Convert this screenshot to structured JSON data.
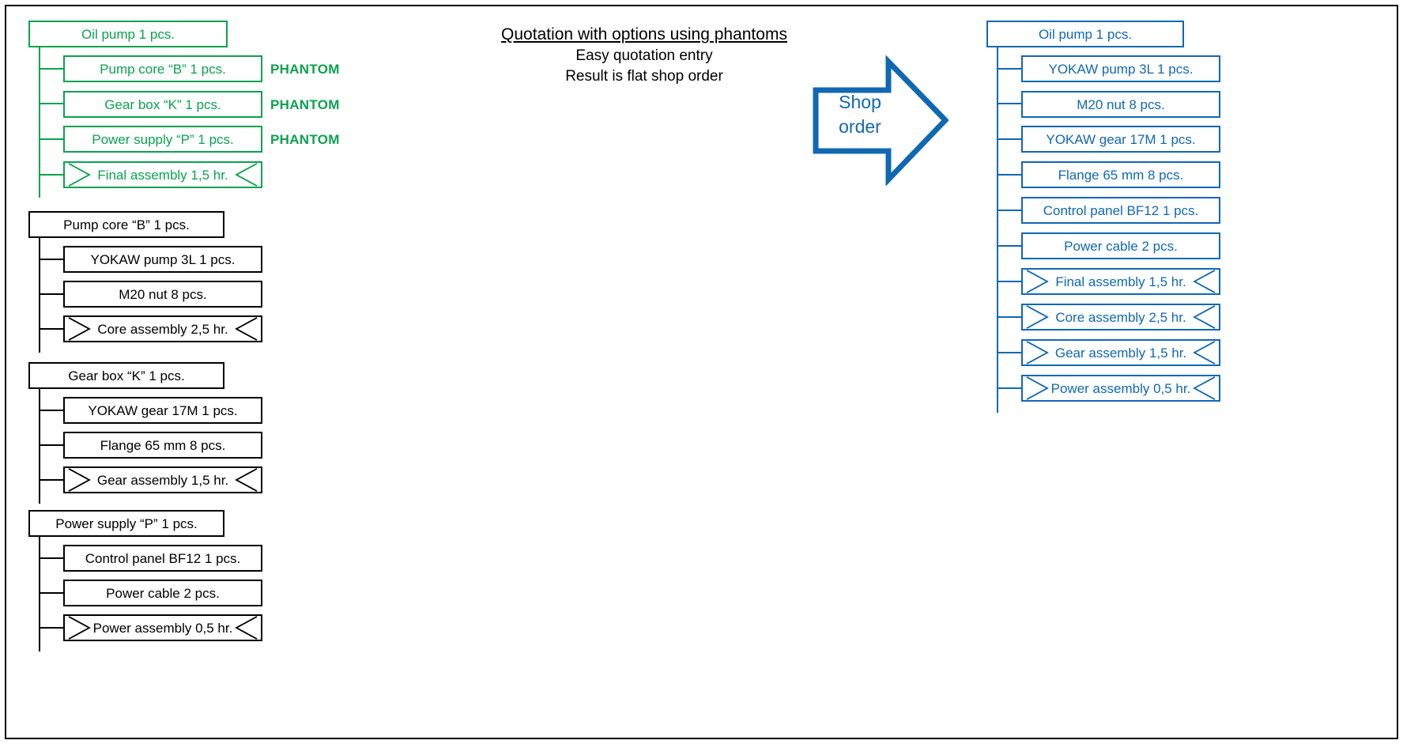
{
  "heading": {
    "title": "Quotation with options using phantoms",
    "sub1": "Easy quotation entry",
    "sub2": "Result is flat shop order"
  },
  "shop_arrow": {
    "line1": "Shop",
    "line2": "order",
    "color": "#1068B3"
  },
  "colors": {
    "green": "#0AA24F",
    "black": "#000000",
    "blue": "#1068B3",
    "frame": "#000000"
  },
  "phantom_tags": [
    "PHANTOM",
    "PHANTOM",
    "PHANTOM"
  ],
  "trees": {
    "quotation": {
      "color": "#0AA24F",
      "parent": "Oil pump 1 pcs.",
      "children": [
        {
          "label": "Pump core “B” 1 pcs.",
          "type": "item"
        },
        {
          "label": "Gear box “K” 1 pcs.",
          "type": "item"
        },
        {
          "label": "Power supply “P” 1 pcs.",
          "type": "item"
        },
        {
          "label": "Final assembly 1,5 hr.",
          "type": "operation"
        }
      ]
    },
    "pump_core": {
      "color": "#000000",
      "parent": "Pump core “B” 1 pcs.",
      "children": [
        {
          "label": "YOKAW pump 3L 1 pcs.",
          "type": "item"
        },
        {
          "label": "M20 nut 8 pcs.",
          "type": "item"
        },
        {
          "label": "Core assembly 2,5 hr.",
          "type": "operation"
        }
      ]
    },
    "gear_box": {
      "color": "#000000",
      "parent": "Gear box “K” 1 pcs.",
      "children": [
        {
          "label": "YOKAW gear 17M 1 pcs.",
          "type": "item"
        },
        {
          "label": "Flange 65 mm 8 pcs.",
          "type": "item"
        },
        {
          "label": "Gear assembly 1,5 hr.",
          "type": "operation"
        }
      ]
    },
    "power_supply": {
      "color": "#000000",
      "parent": "Power supply “P” 1 pcs.",
      "children": [
        {
          "label": "Control panel BF12 1 pcs.",
          "type": "item"
        },
        {
          "label": "Power cable 2 pcs.",
          "type": "item"
        },
        {
          "label": "Power assembly 0,5 hr.",
          "type": "operation"
        }
      ]
    },
    "shop_order": {
      "color": "#1068B3",
      "parent": "Oil pump 1 pcs.",
      "children": [
        {
          "label": "YOKAW pump 3L 1 pcs.",
          "type": "item"
        },
        {
          "label": "M20 nut 8 pcs.",
          "type": "item"
        },
        {
          "label": "YOKAW gear 17M 1 pcs.",
          "type": "item"
        },
        {
          "label": "Flange 65 mm 8 pcs.",
          "type": "item"
        },
        {
          "label": "Control panel BF12 1 pcs.",
          "type": "item"
        },
        {
          "label": "Power cable 2 pcs.",
          "type": "item"
        },
        {
          "label": "Final assembly 1,5 hr.",
          "type": "operation"
        },
        {
          "label": "Core assembly 2,5 hr.",
          "type": "operation"
        },
        {
          "label": "Gear assembly 1,5 hr.",
          "type": "operation"
        },
        {
          "label": "Power assembly 0,5 hr.",
          "type": "operation"
        }
      ]
    }
  }
}
